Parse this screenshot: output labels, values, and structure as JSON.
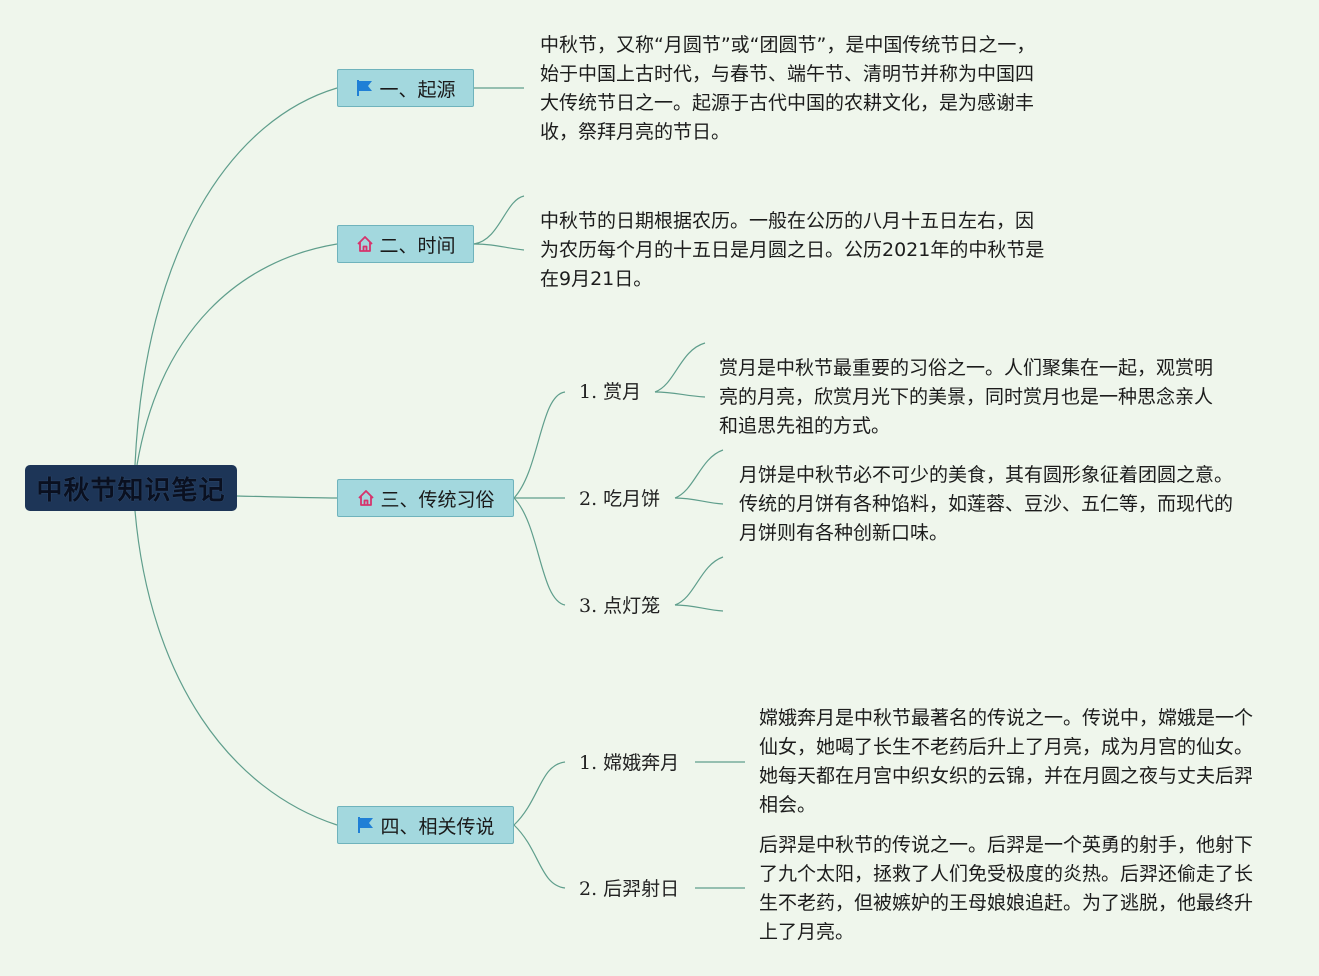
{
  "root": {
    "title": "中秋节知识笔记"
  },
  "branches": [
    {
      "label": "一、起源",
      "icon": "flag-icon",
      "note": "中秋节，又称“月圆节”或“团圆节”，是中国传统节日之一，始于中国上古时代，与春节、端午节、清明节并称为中国四大传统节日之一。起源于古代中国的农耕文化，是为感谢丰收，祭拜月亮的节日。"
    },
    {
      "label": "二、时间",
      "icon": "home-icon",
      "note": "中秋节的日期根据农历。一般在公历的八月十五日左右，因为农历每个月的十五日是月圆之日。公历2021年的中秋节是在9月21日。"
    },
    {
      "label": "三、传统习俗",
      "icon": "home-icon",
      "children": [
        {
          "label": "1. 赏月",
          "note": "赏月是中秋节最重要的习俗之一。人们聚集在一起，观赏明亮的月亮，欣赏月光下的美景，同时赏月也是一种思念亲人和追思先祖的方式。"
        },
        {
          "label": "2. 吃月饼",
          "note": "月饼是中秋节必不可少的美食，其有圆形象征着团圆之意。传统的月饼有各种馅料，如莲蓉、豆沙、五仁等，而现代的月饼则有各种创新口味。"
        },
        {
          "label": "3. 点灯笼",
          "note": ""
        }
      ]
    },
    {
      "label": "四、相关传说",
      "icon": "flag-icon",
      "children": [
        {
          "label": "1. 嫦娥奔月",
          "note": "嫦娥奔月是中秋节最著名的传说之一。传说中，嫦娥是一个仙女，她喝了长生不老药后升上了月亮，成为月宫的仙女。她每天都在月宫中织女织的云锦，并在月圆之夜与丈夫后羿相会。"
        },
        {
          "label": "2. 后羿射日",
          "note": "后羿是中秋节的传说之一。后羿是一个英勇的射手，他射下了九个太阳，拯救了人们免受极度的炎热。后羿还偷走了长生不老药，但被嫉妒的王母娘娘追赶。为了逃脱，他最终升上了月亮。"
        }
      ]
    }
  ],
  "colors": {
    "background": "#eff6ec",
    "root": "#1d3557",
    "branch": "#a3d8de",
    "link": "#5f9e8c",
    "flag": "#1f7fd6",
    "home": "#d6336c"
  }
}
